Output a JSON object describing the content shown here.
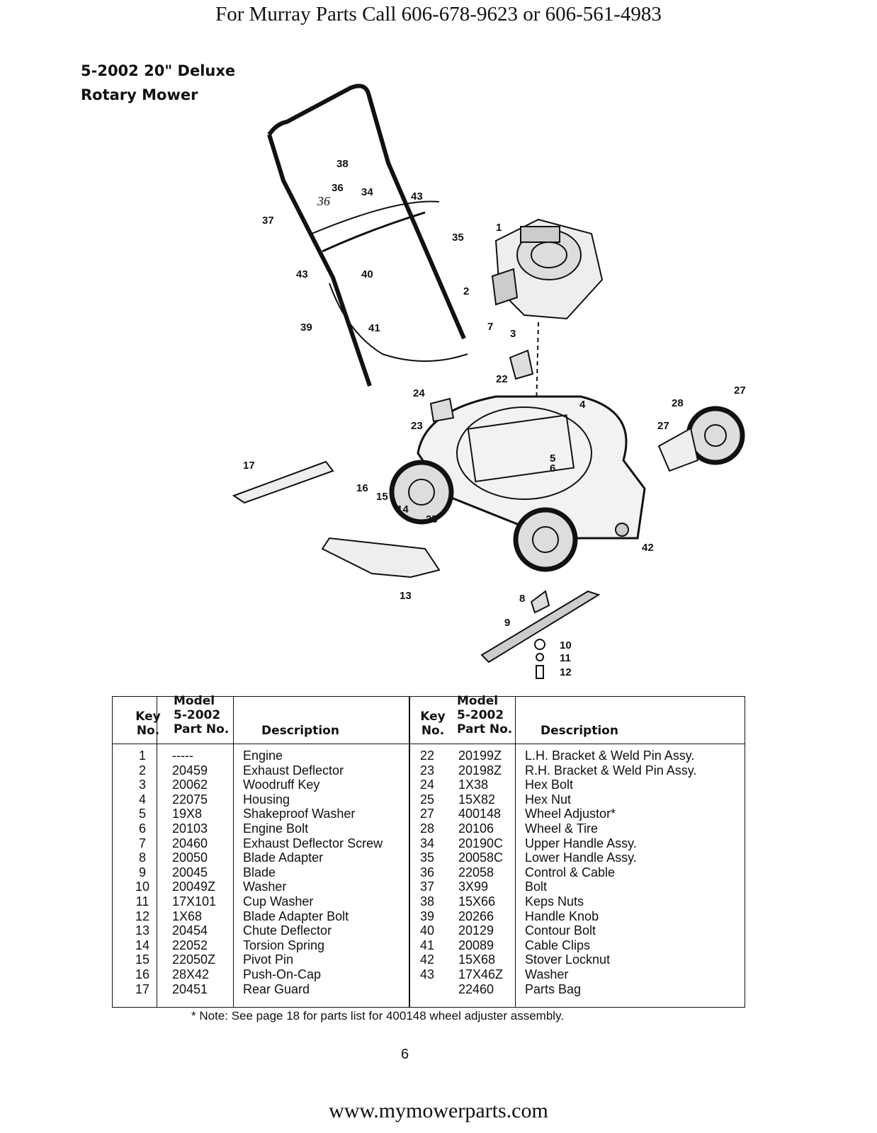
{
  "header_top": "For Murray Parts Call 606-678-9623 or 606-561-4983",
  "title_line1": "5-2002 20\" Deluxe",
  "title_line2": "Rotary Mower",
  "diagram_callouts": [
    "38",
    "34",
    "36",
    "37",
    "43",
    "35",
    "1",
    "43",
    "40",
    "2",
    "39",
    "41",
    "7",
    "3",
    "22",
    "24",
    "27",
    "28",
    "4",
    "23",
    "27",
    "5",
    "6",
    "17",
    "16",
    "15",
    "14",
    "25",
    "42",
    "13",
    "8",
    "9",
    "10",
    "11",
    "12"
  ],
  "handwritten_note": "36",
  "table": {
    "headers": {
      "key_1": "Key",
      "key_2": "No.",
      "model_1": "Model",
      "model_2": "5-2002",
      "model_3": "Part No.",
      "desc": "Description"
    },
    "left_rows": [
      {
        "key": "1",
        "part": "-----",
        "desc": "Engine"
      },
      {
        "key": "2",
        "part": "20459",
        "desc": "Exhaust Deflector"
      },
      {
        "key": "3",
        "part": "20062",
        "desc": "Woodruff Key"
      },
      {
        "key": "4",
        "part": "22075",
        "desc": "Housing"
      },
      {
        "key": "5",
        "part": "19X8",
        "desc": "Shakeproof Washer"
      },
      {
        "key": "6",
        "part": "20103",
        "desc": "Engine Bolt"
      },
      {
        "key": "7",
        "part": "20460",
        "desc": "Exhaust Deflector Screw"
      },
      {
        "key": "8",
        "part": "20050",
        "desc": "Blade Adapter"
      },
      {
        "key": "9",
        "part": "20045",
        "desc": "Blade"
      },
      {
        "key": "10",
        "part": "20049Z",
        "desc": "Washer"
      },
      {
        "key": "11",
        "part": "17X101",
        "desc": "Cup Washer"
      },
      {
        "key": "12",
        "part": "1X68",
        "desc": "Blade Adapter Bolt"
      },
      {
        "key": "13",
        "part": "20454",
        "desc": "Chute Deflector"
      },
      {
        "key": "14",
        "part": "22052",
        "desc": "Torsion Spring"
      },
      {
        "key": "15",
        "part": "22050Z",
        "desc": "Pivot Pin"
      },
      {
        "key": "16",
        "part": "28X42",
        "desc": "Push-On-Cap"
      },
      {
        "key": "17",
        "part": "20451",
        "desc": "Rear Guard"
      }
    ],
    "right_rows": [
      {
        "key": "22",
        "part": "20199Z",
        "desc": "L.H. Bracket & Weld Pin Assy."
      },
      {
        "key": "23",
        "part": "20198Z",
        "desc": "R.H. Bracket & Weld Pin Assy."
      },
      {
        "key": "24",
        "part": "1X38",
        "desc": "Hex Bolt"
      },
      {
        "key": "25",
        "part": "15X82",
        "desc": "Hex Nut"
      },
      {
        "key": "27",
        "part": "400148",
        "desc": "Wheel Adjustor*"
      },
      {
        "key": "28",
        "part": "20106",
        "desc": "Wheel & Tire"
      },
      {
        "key": "34",
        "part": "20190C",
        "desc": "Upper Handle Assy."
      },
      {
        "key": "35",
        "part": "20058C",
        "desc": "Lower Handle Assy."
      },
      {
        "key": "36",
        "part": "22058",
        "desc": "Control & Cable"
      },
      {
        "key": "37",
        "part": "3X99",
        "desc": "Bolt"
      },
      {
        "key": "38",
        "part": "15X66",
        "desc": "Keps Nuts"
      },
      {
        "key": "39",
        "part": "20266",
        "desc": "Handle Knob"
      },
      {
        "key": "40",
        "part": "20129",
        "desc": "Contour Bolt"
      },
      {
        "key": "41",
        "part": "20089",
        "desc": "Cable Clips"
      },
      {
        "key": "42",
        "part": "15X68",
        "desc": "Stover Locknut"
      },
      {
        "key": "43",
        "part": "17X46Z",
        "desc": "Washer"
      },
      {
        "key": "",
        "part": "22460",
        "desc": "Parts Bag"
      }
    ]
  },
  "note": "* Note: See page 18 for parts list for 400148 wheel adjuster assembly.",
  "page_number": "6",
  "footer_url": "www.mymowerparts.com"
}
